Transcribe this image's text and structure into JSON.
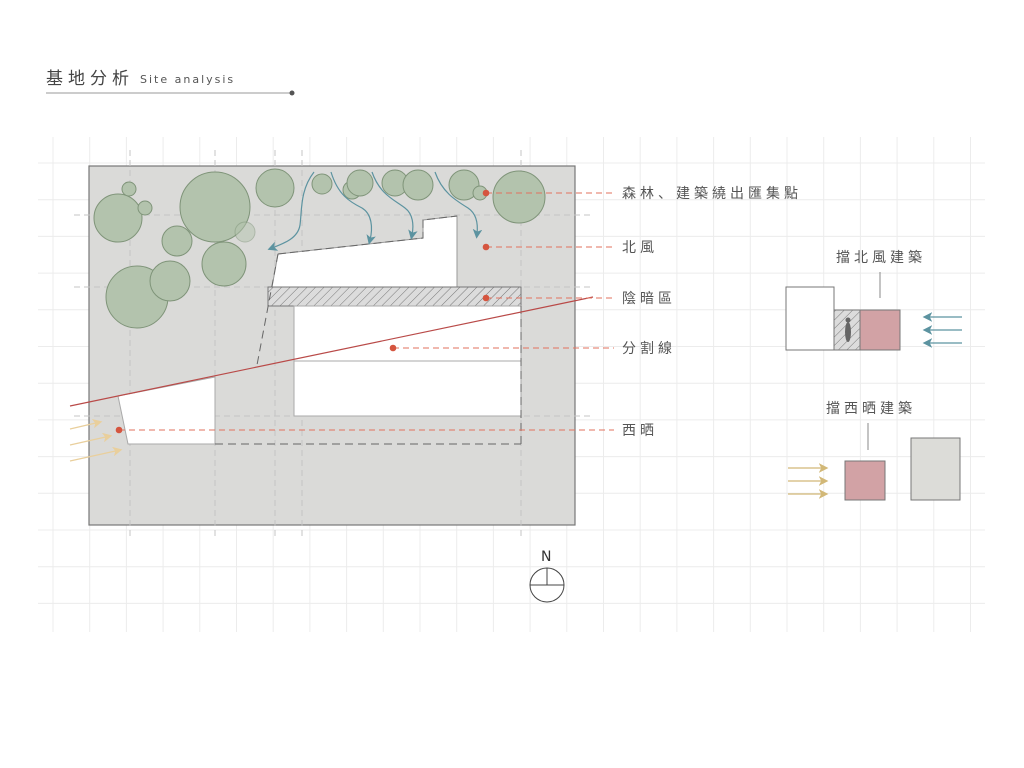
{
  "header": {
    "title_zh": "基地分析",
    "title_en": "Site analysis"
  },
  "site_plan": {
    "labels": [
      {
        "id": "forest",
        "text": "森林、建築繞出匯集點"
      },
      {
        "id": "north-wind",
        "text": "北風"
      },
      {
        "id": "shade",
        "text": "陰暗區"
      },
      {
        "id": "divide-line",
        "text": "分割線"
      },
      {
        "id": "west-sun",
        "text": "西晒"
      }
    ],
    "north_label": "N"
  },
  "legend": {
    "north_wind_block": "擋北風建築",
    "west_sun_block": "擋西晒建築"
  },
  "colors": {
    "site": "#dadad8",
    "tree": "#b3c3ad",
    "wind": "#5c93a0",
    "sun": "#e9cf9c",
    "accent_red": "#d5553f",
    "divide": "#b94a48",
    "pink_block": "#d2a2a5"
  }
}
